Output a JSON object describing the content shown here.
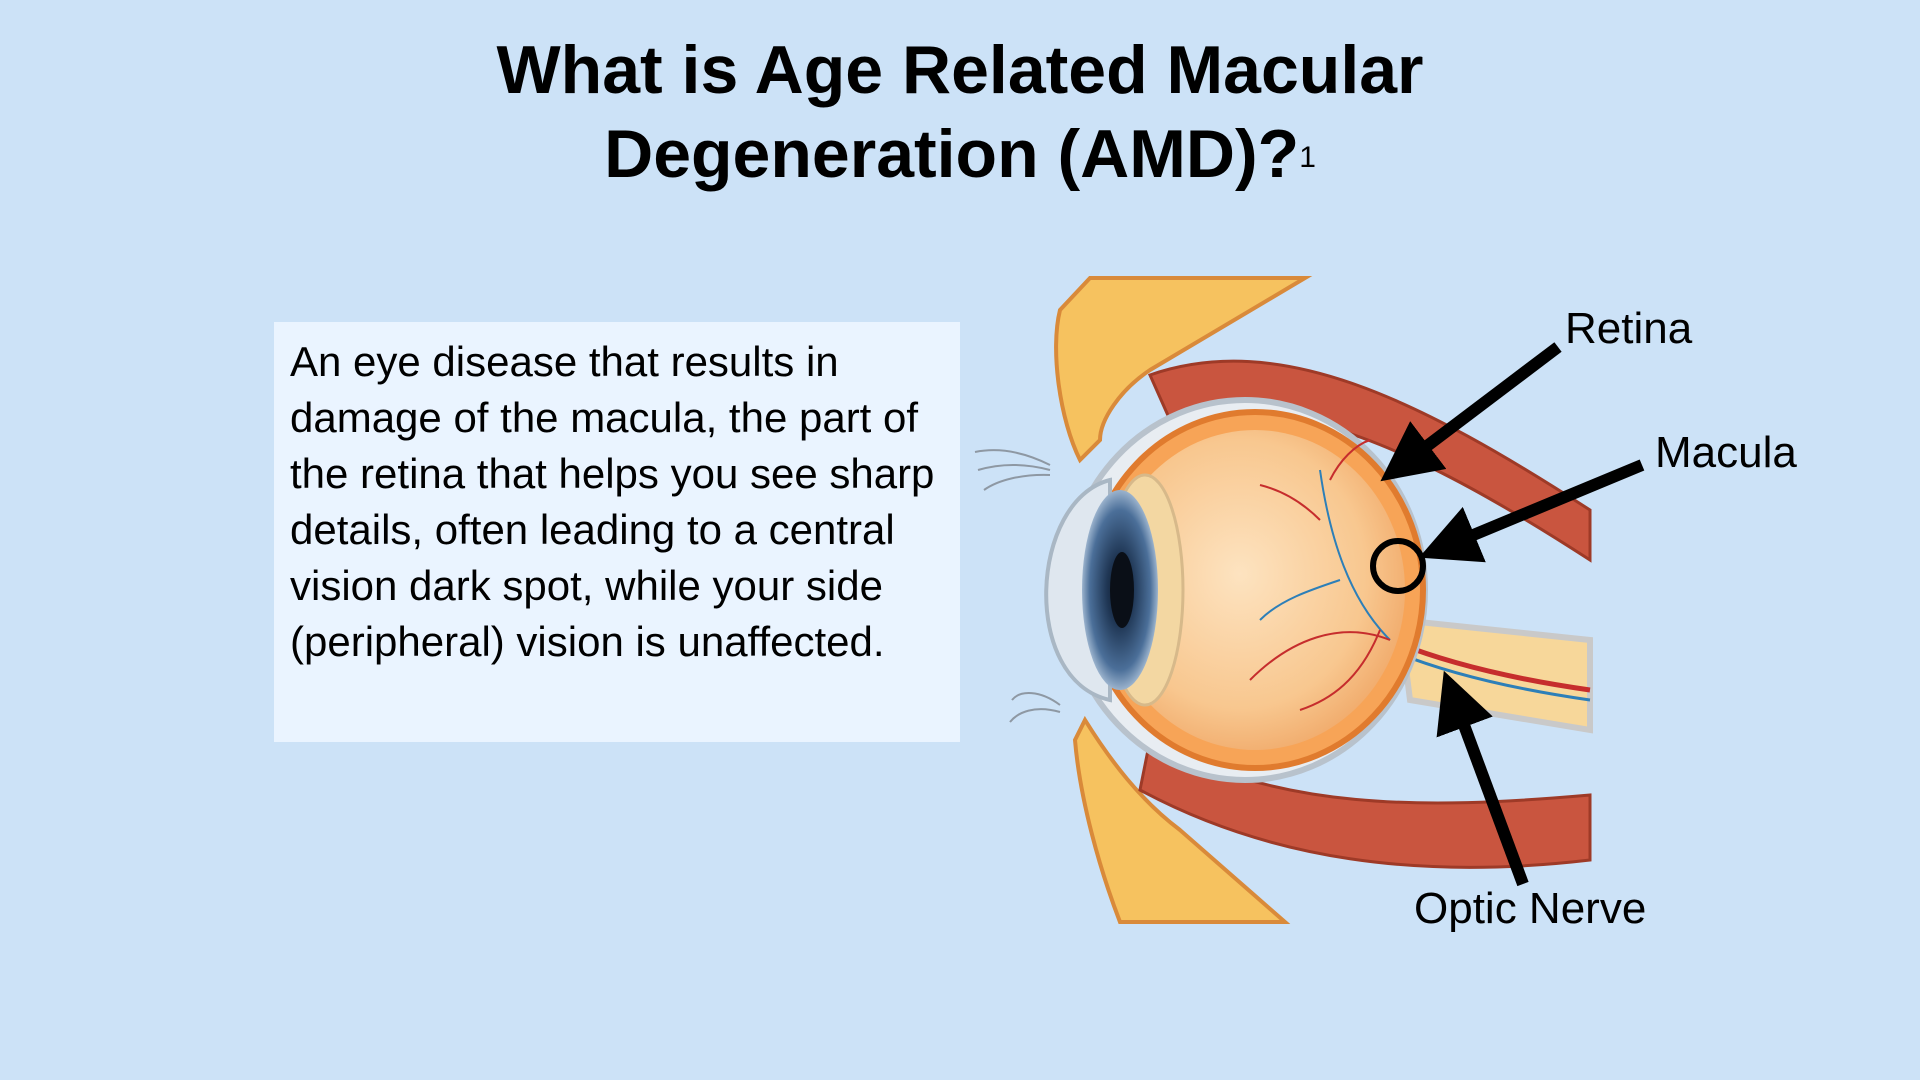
{
  "title": {
    "line1": "What is Age Related Macular",
    "line2": "Degeneration (AMD)?",
    "superscript": "1"
  },
  "description": "An eye disease that results in damage of the macula, the part of the retina that helps you see sharp details, often leading to a central vision dark spot, while your side (peripheral) vision is unaffected.",
  "labels": {
    "retina": "Retina",
    "macula": "Macula",
    "optic_nerve": "Optic Nerve"
  },
  "colors": {
    "background": "#cce2f7",
    "text_box": "#eaf4ff",
    "muscle": "#c9553f",
    "bone": "#f6c25f",
    "eyeball": "#f8c78f",
    "iris": "#3f5f86"
  }
}
